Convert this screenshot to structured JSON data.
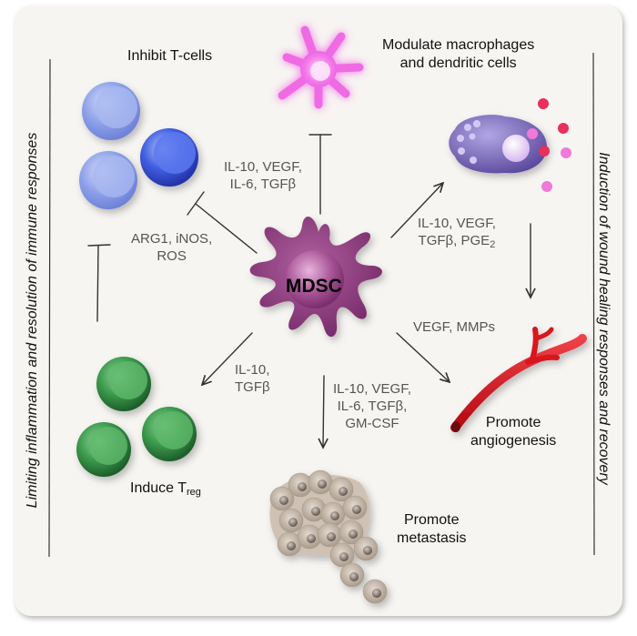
{
  "title": "MDSC functions diagram",
  "center_cell": {
    "label": "MDSC",
    "color": "#8a3a7c"
  },
  "side_labels": {
    "left": "Limiting inflammation and resolution of immune responses",
    "right": "Induction of wound healing responses and recovery"
  },
  "targets": {
    "t_cells": {
      "label": "Inhibit T-cells",
      "color": "#6f86e0"
    },
    "dendritic": {
      "label_line1": "Modulate macrophages",
      "label_line2": "and dendritic cells",
      "dc_color": "#f07ae8",
      "macrophage_color": "#6b5ba8"
    },
    "treg": {
      "label_main": "Induce T",
      "label_sub": "reg",
      "color": "#3d9a4e"
    },
    "angiogenesis": {
      "label_line1": "Promote",
      "label_line2": "angiogenesis",
      "color": "#d8121c"
    },
    "metastasis": {
      "label_line1": "Promote",
      "label_line2": "metastasis",
      "color": "#b4a89c"
    }
  },
  "mediators": {
    "to_t_cells": {
      "line1": "ARG1, iNOS,",
      "line2": "ROS"
    },
    "to_dendritic": {
      "line1": "IL-10, VEGF,",
      "line2": "IL-6, TGFβ"
    },
    "to_macrophage": {
      "line1": "IL-10, VEGF,",
      "line2_main": "TGFβ, PGE",
      "line2_sub": "2"
    },
    "to_treg": {
      "line1": "IL-10,",
      "line2": "TGFβ"
    },
    "to_metastasis": {
      "line1": "IL-10, VEGF,",
      "line2": "IL-6, TGFβ,",
      "line3": "GM-CSF"
    },
    "to_angiogenesis": {
      "line1": "VEGF, MMPs"
    }
  },
  "arrows": [
    {
      "from": "MDSC",
      "to": "T-cells",
      "type": "inhibit"
    },
    {
      "from": "MDSC",
      "to": "Dendritic cell",
      "type": "inhibit"
    },
    {
      "from": "MDSC",
      "to": "Macrophage",
      "type": "activate"
    },
    {
      "from": "MDSC",
      "to": "Treg",
      "type": "activate"
    },
    {
      "from": "MDSC",
      "to": "Metastasis",
      "type": "activate"
    },
    {
      "from": "MDSC",
      "to": "Angiogenesis",
      "type": "activate"
    },
    {
      "from": "Treg",
      "to": "T-cells",
      "type": "inhibit"
    },
    {
      "from": "Macrophage",
      "to": "Angiogenesis",
      "type": "activate"
    }
  ]
}
